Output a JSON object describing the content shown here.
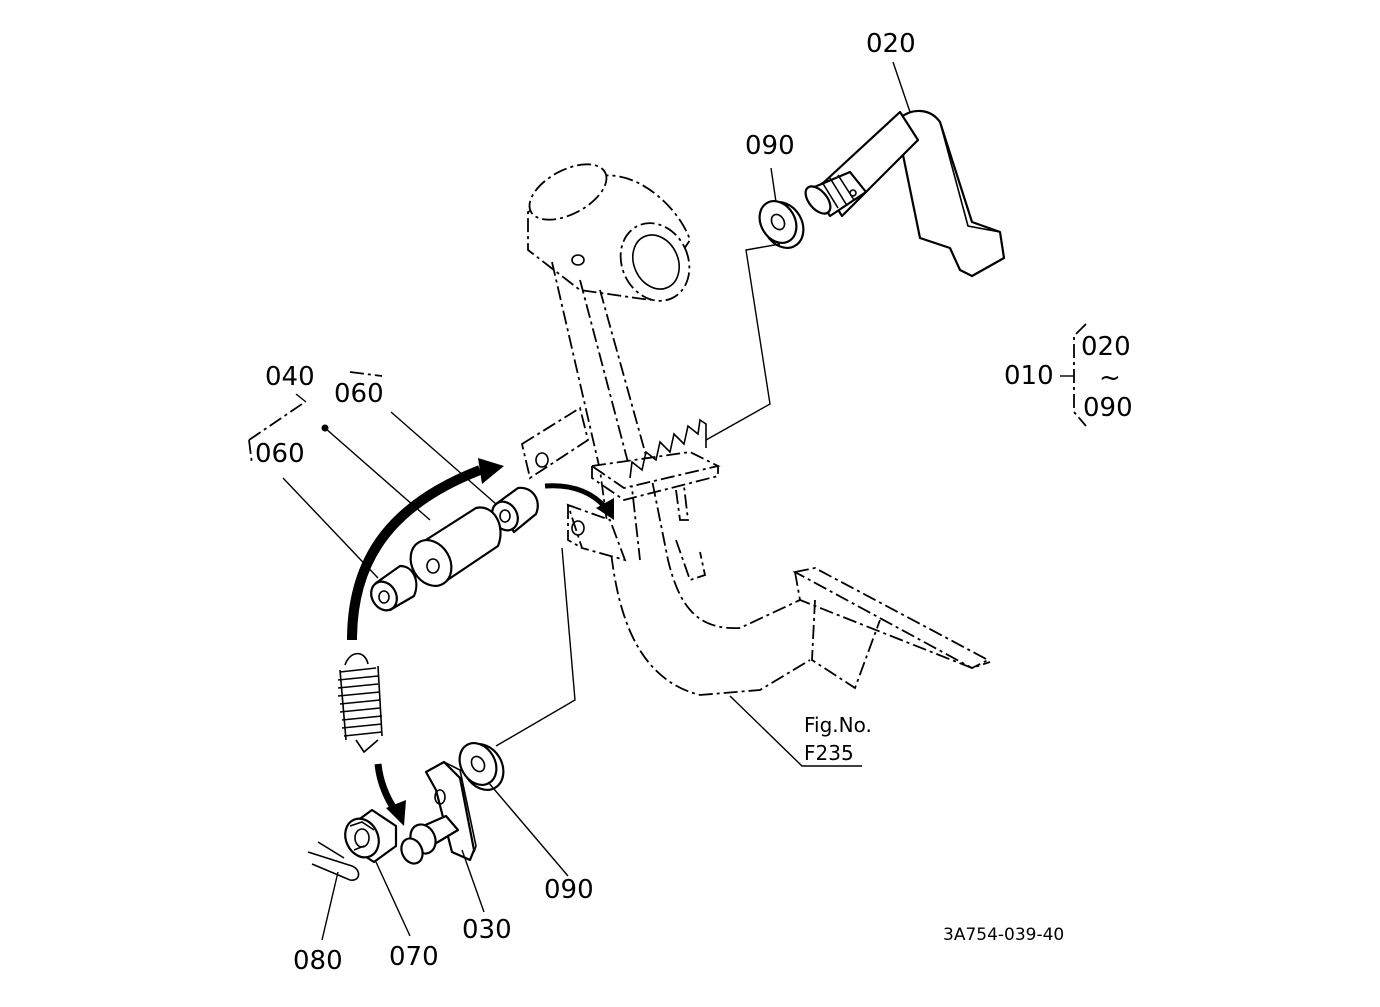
{
  "callouts": {
    "p010": "010",
    "p020_top": "020",
    "p020_group": "020",
    "tilde": "~",
    "p090_group": "090",
    "p090_top": "090",
    "p040": "040",
    "p060_upper": "060",
    "p060_left": "060",
    "p030": "030",
    "p070": "070",
    "p080": "080",
    "p090_bottom": "090"
  },
  "figure_ref": {
    "line1": "Fig.No.",
    "line2": "F235"
  },
  "drawing_number": "3A754-039-40"
}
